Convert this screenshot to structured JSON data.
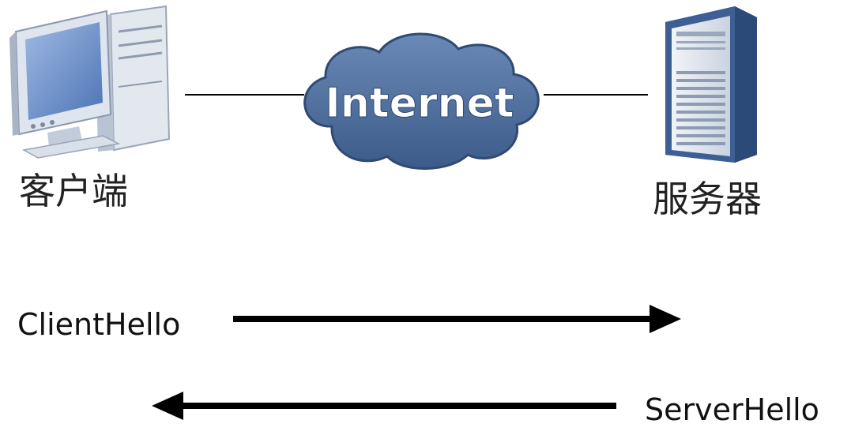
{
  "nodes": {
    "client": {
      "label": "客户端",
      "icon": "desktop-computer-icon"
    },
    "network": {
      "label": "Internet",
      "icon": "cloud-icon"
    },
    "server": {
      "label": "服务器",
      "icon": "server-tower-icon"
    }
  },
  "messages": [
    {
      "label": "ClientHello",
      "direction": "client-to-server"
    },
    {
      "label": "ServerHello",
      "direction": "server-to-client"
    }
  ],
  "colors": {
    "cloud_fill": "#4f6d99",
    "cloud_edge": "#2f4a73",
    "arrow": "#000000",
    "connector": "#000000",
    "device_body": "#d4dbe6",
    "device_screen": "#5f86c4",
    "server_body": "#2c4a78"
  }
}
